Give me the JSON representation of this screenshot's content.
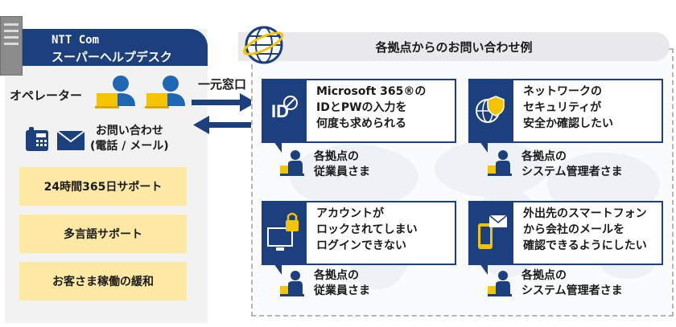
{
  "helpdesk": {
    "title_line1": "NTT Com",
    "title_line2": "スーパーヘルプデスク",
    "operator_label": "オペレーター",
    "contact_line1": "お問い合わせ",
    "contact_line2": "(電話 / メール)",
    "features": [
      "24時間365日サポート",
      "多言語サポート",
      "お客さま稼働の緩和"
    ]
  },
  "route_label": "一元窓口",
  "examples": {
    "header": "各拠点からのお問い合わせ例",
    "cards": [
      {
        "lines": [
          "Microsoft 365®の",
          "IDとPWの入力を",
          "何度も求められる"
        ],
        "staff_lines": [
          "各拠点の",
          "従業員さま"
        ],
        "icon": "id-blocked-icon"
      },
      {
        "lines": [
          "ネットワークの",
          "セキュリティが",
          "安全か確認したい"
        ],
        "staff_lines": [
          "各拠点の",
          "システム管理者さま"
        ],
        "icon": "globe-shield-icon"
      },
      {
        "lines": [
          "アカウントが",
          "ロックされてしまい",
          "ログインできない"
        ],
        "staff_lines": [
          "各拠点の",
          "従業員さま"
        ],
        "icon": "locked-monitor-icon"
      },
      {
        "lines": [
          "外出先のスマートフォン",
          "から会社のメールを",
          "確認できるようにしたい"
        ],
        "staff_lines": [
          "各拠点の",
          "システム管理者さま"
        ],
        "icon": "smartphone-mail-icon"
      }
    ]
  },
  "colors": {
    "navy": "#1c3f7e",
    "accent_blue": "#1f66b3",
    "feature_yellow": "#fde9a3",
    "laptop_yellow": "#f5c400"
  }
}
